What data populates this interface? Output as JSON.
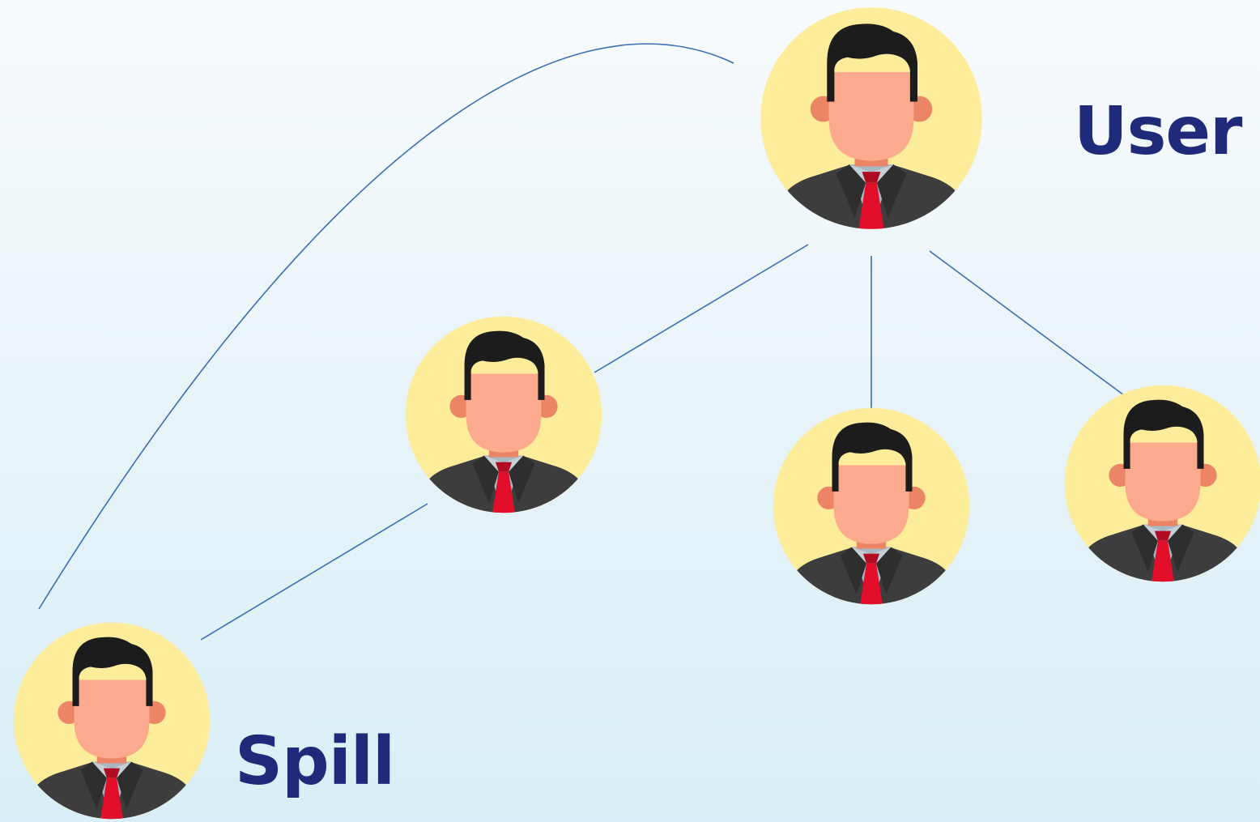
{
  "labels": {
    "user": "User",
    "spill": "Spill"
  },
  "colors": {
    "background_top": "#f7fbfd",
    "background_bottom": "#d9eef6",
    "label_text": "#1f2a7a",
    "connector_line": "#3a6fb0",
    "avatar_circle": "#fdec9a",
    "skin": "#fcaa8e",
    "ear": "#ec8466",
    "hair": "#1c1c1c",
    "suit": "#3d3d3d",
    "shirt": "#a8b7c2",
    "tie": "#e30f2a"
  },
  "nodes": [
    {
      "id": "user",
      "icon": "businessman-avatar-icon",
      "role": "top user"
    },
    {
      "id": "mid-left",
      "icon": "businessman-avatar-icon",
      "role": "direct referral"
    },
    {
      "id": "mid-center",
      "icon": "businessman-avatar-icon",
      "role": "direct referral"
    },
    {
      "id": "mid-right",
      "icon": "businessman-avatar-icon",
      "role": "direct referral"
    },
    {
      "id": "spill",
      "icon": "businessman-avatar-icon",
      "role": "spillover member"
    }
  ],
  "edges": [
    {
      "from": "user",
      "to": "mid-left",
      "style": "straight"
    },
    {
      "from": "user",
      "to": "mid-center",
      "style": "straight"
    },
    {
      "from": "user",
      "to": "mid-right",
      "style": "straight"
    },
    {
      "from": "mid-left",
      "to": "spill",
      "style": "straight"
    },
    {
      "from": "user",
      "to": "spill",
      "style": "curved"
    }
  ]
}
